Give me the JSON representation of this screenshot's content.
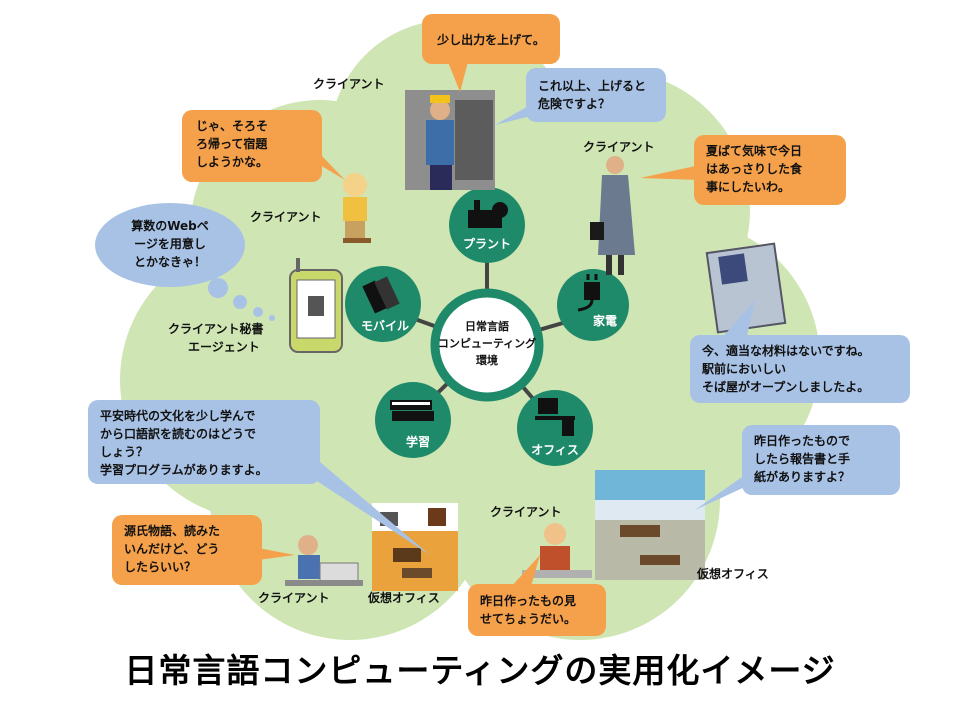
{
  "title": "日常言語コンピューティングの実用化イメージ",
  "center": {
    "lines": [
      "日常言語",
      "コンピューティング",
      "環境"
    ]
  },
  "hubs": {
    "plant": "プラント",
    "appliance": "家電",
    "office": "オフィス",
    "study": "学習",
    "mobile": "モバイル"
  },
  "labels": {
    "client_worker": "クライアント",
    "client_woman": "クライアント",
    "client_girl": "クライアント",
    "agent_line1": "クライアント秘書",
    "agent_line2": "エージェント",
    "client_student": "クライアント",
    "virtual_office_left": "仮想オフィス",
    "client_office": "クライアント",
    "virtual_office_right": "仮想オフィス"
  },
  "bubbles": {
    "raise_output": [
      "少し出力を上げて。"
    ],
    "danger": [
      "これ以上、上げると",
      "危険ですよ？"
    ],
    "go_home": [
      "じゃ、そろそ",
      "ろ帰って宿題",
      "しようかな。"
    ],
    "summer": [
      "夏ばて気味で今日",
      "はあっさりした食",
      "事にしたいわ。"
    ],
    "math_web": [
      "算数のWebペ",
      "ージを用意し",
      "とかなきゃ！"
    ],
    "fridge": [
      "今、適当な材料はないですね。",
      "駅前においしい",
      "そば屋がオープンしましたよ。"
    ],
    "heian": [
      "平安時代の文化を少し学んで",
      "から口語訳を読むのはどうで",
      "しょう？",
      "学習プログラムがありますよ。"
    ],
    "report_q": [
      "昨日作ったもので",
      "したら報告書と手",
      "紙がありますよ？"
    ],
    "genji": [
      "源氏物語、読みた",
      "いんだけど、どう",
      "したらいい？"
    ],
    "report_req": [
      "昨日作ったもの見",
      "せてちょうだい。"
    ]
  },
  "colors": {
    "cloud": "#cfe6b4",
    "center_fill": "#ffffff",
    "center_ring": "#1f8a6a",
    "hub_fill": "#1f8a6a",
    "bubble_orange": "#f5a04a",
    "bubble_blue": "#a8c2e6",
    "connector": "#444444"
  }
}
